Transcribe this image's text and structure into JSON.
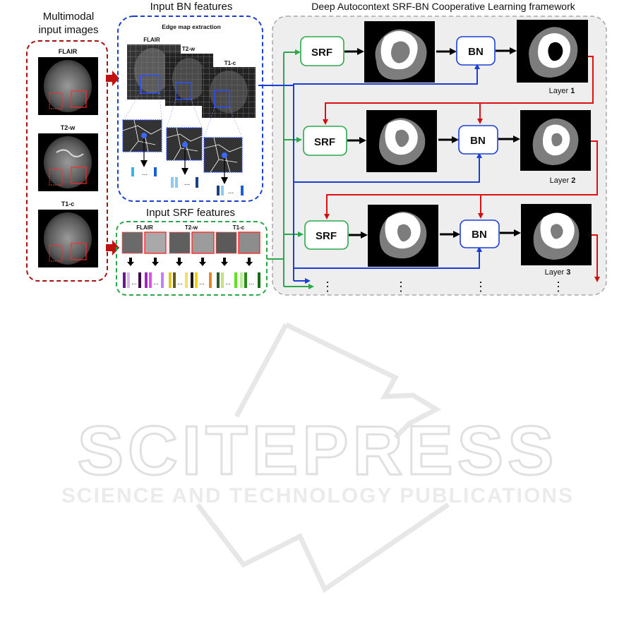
{
  "titles": {
    "multimodal_line1": "Multimodal",
    "multimodal_line2": "input images",
    "bn_features": "Input BN features",
    "framework": "Deep Autocontext SRF-BN Cooperative Learning framework",
    "srf_features": "Input SRF features"
  },
  "edge_map": "Edge map extraction",
  "modalities": [
    "FLAIR",
    "T2-w",
    "T1-c"
  ],
  "nodes": {
    "srf": "SRF",
    "bn": "BN"
  },
  "layers": [
    {
      "prefix": "Layer ",
      "number": "1"
    },
    {
      "prefix": "Layer ",
      "number": "2"
    },
    {
      "prefix": "Layer ",
      "number": "3"
    }
  ],
  "ellipsis": "⋮",
  "dots": "...",
  "watermark": {
    "brand": "SCITEPRESS",
    "tagline": "SCIENCE AND TECHNOLOGY PUBLICATIONS"
  },
  "colors": {
    "red": "#cc1111",
    "blue": "#1a3fd4",
    "green": "#2aa84a",
    "panel": "#eeeeee",
    "brain_grey": "#7d7d7d"
  }
}
